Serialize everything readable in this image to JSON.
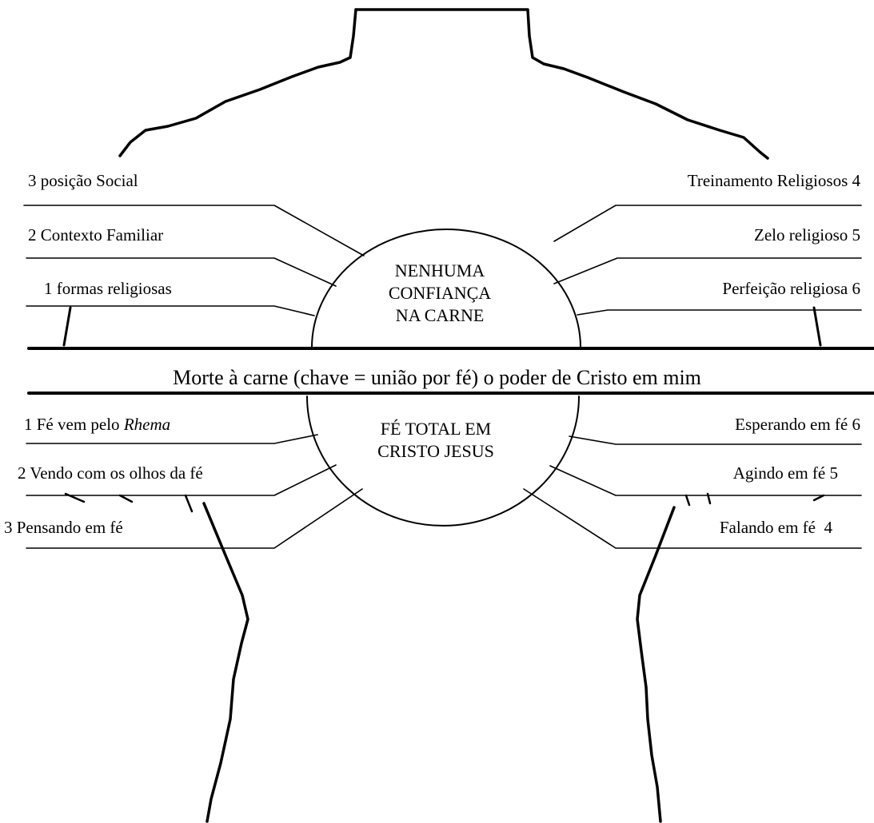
{
  "upper_circle": {
    "lines": [
      "NENHUMA",
      "CONFIANÇA",
      "NA CARNE"
    ]
  },
  "lower_circle": {
    "lines": [
      "FÉ TOTAL EM",
      "CRISTO JESUS"
    ]
  },
  "banner": "Morte à carne (chave = união por fé) o poder de Cristo em mim",
  "flesh_labels": {
    "left": [
      "3 posição Social",
      "2 Contexto Familiar",
      "1 formas religiosas"
    ],
    "right": [
      "Treinamento Religiosos 4",
      "Zelo religioso 5",
      "Perfeição religiosa 6"
    ]
  },
  "faith_labels": {
    "left": [
      {
        "text": "1 Fé vem pelo ",
        "emph": "Rhema"
      },
      {
        "text": "2 Vendo com os olhos da fé"
      },
      {
        "text": "3 Pensando em fé"
      }
    ],
    "right": [
      {
        "text": "Esperando em fé 6"
      },
      {
        "text": "Agindo em fé 5"
      },
      {
        "text": "Falando em fé  4"
      }
    ]
  }
}
